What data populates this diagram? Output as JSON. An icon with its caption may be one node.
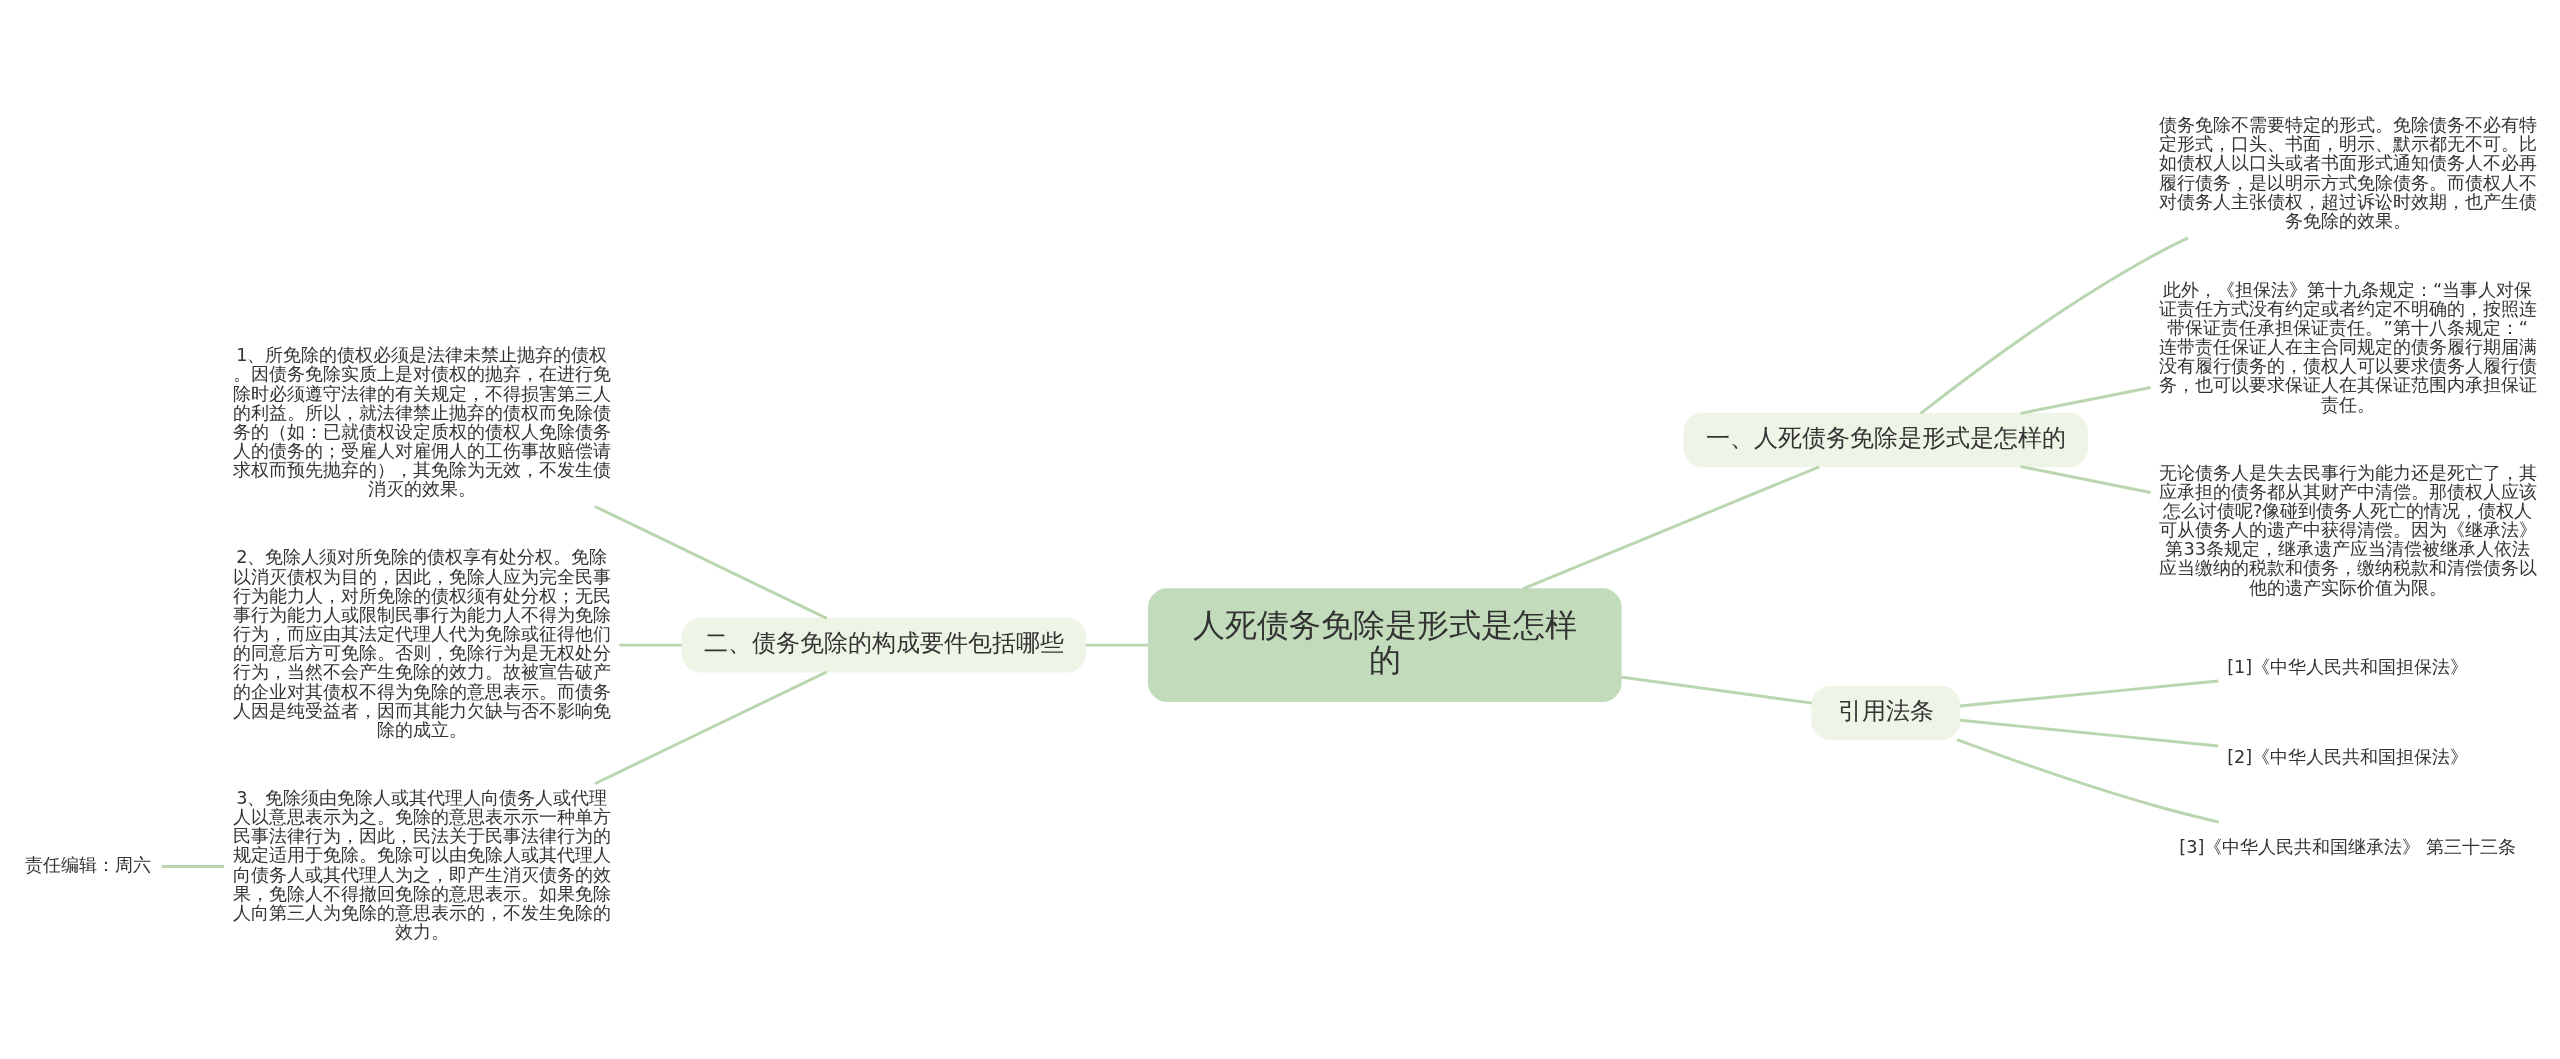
{
  "diagram": {
    "nodes": [
      {
        "text": [
          "人死债务免除是形式是怎样的"
        ]
      },
      {
        "text": [
          "一、人死债务免除是形式是怎样的"
        ]
      },
      {
        "text": [
          "债务免除不需要特定的形式。免除债务不必有特定形式，口头、书面，明示、默示都无不可。比如债权人以口头或者书面形式通知债务人不必再履行债务，是以明示方式免除债务。而债权人不对债务人主张债权，超过诉讼时效期，也产生债务免除的效果。"
        ]
      },
      {
        "text": [
          "此外，《担保法》第十九条规定：“当事人对保证责任方式没有约定或者约定不明确的，按照连带保证责任承担保证责任。”第十八条规定：“连带责任保证人在主合同规定的债务履行期届满没有履行债务的，债权人可以要求债务人履行债务，也可以要求保证人在其保证范围内承担保证责任。"
        ]
      },
      {
        "text": [
          "无论债务人是失去民事行为能力还是死亡了，其应承担的债务都从其财产中清偿。那债权人应该怎么讨债呢?像碰到债务人死亡的情况，债权人可从债务人的遗产中获得清偿。因为《继承法》第33条规定，继承遗产应当清偿被继承人依法应当缴纳的税款和债务，缴纳税款和清偿债务以他的遗产实际价值为限。"
        ]
      },
      {
        "text": [
          "引用法条"
        ]
      },
      {
        "text": [
          "[1]《中华人民共和国担保法》"
        ]
      },
      {
        "text": [
          "[2]《中华人民共和国担保法》"
        ]
      },
      {
        "text": [
          "[3]《中华人民共和国继承法》 第三十三条"
        ]
      },
      {
        "text": [
          "二、债务免除的构成要件包括哪些"
        ]
      },
      {
        "text": [
          "1、所免除的债权必须是法律未禁止抛弃的债权。因债务免除实质上是对债权的抛弃，在进行免除时必须遵守法律的有关规定，不得损害第三人的利益。所以，就法律禁止抛弃的债权而免除债务的（如：已就债权设定质权的债权人免除债务人的债务的；受雇人对雇佣人的工伤事故赔偿请求权而预先抛弃的），其免除为无效，不发生债消灭的效果。"
        ]
      },
      {
        "text": [
          "2、免除人须对所免除的债权享有处分权。免除以消灭债权为目的，因此，免除人应为完全民事行为能力人，对所免除的债权须有处分权；无民事行为能力人或限制民事行为能力人不得为免除行为，而应由其法定代理人代为免除或征得他们的同意后方可免除。否则，免除行为是无权处分行为，当然不会产生免除的效力。故被宣告破产的企业对其债权不得为免除的意思表示。而债务人因是纯受益者，因而其能力欠缺与否不影响免除的成立。"
        ]
      },
      {
        "text": [
          "3、免除须由免除人或其代理人向债务人或代理人以意思表示为之。免除的意思表示示一种单方民事法律行为，因此，民法关于民事法律行为的规定适用于免除。免除可以由免除人或其代理人向债务人或其代理人为之，即产生消灭债务的效果，免除人不得撤回免除的意思表示。如果免除人向第三人为免除的意思表示的，不发生免除的效力。"
        ]
      },
      {
        "text": [
          "责任编辑：周六"
        ]
      }
    ],
    "edges": [
      {
        "from": 0,
        "to": 1,
        "arrow": "none"
      },
      {
        "from": 1,
        "to": 2,
        "arrow": "none"
      },
      {
        "from": 1,
        "to": 3,
        "arrow": "none"
      },
      {
        "from": 1,
        "to": 4,
        "arrow": "none"
      },
      {
        "from": 0,
        "to": 5,
        "arrow": "none"
      },
      {
        "from": 5,
        "to": 6,
        "arrow": "none"
      },
      {
        "from": 5,
        "to": 7,
        "arrow": "none"
      },
      {
        "from": 5,
        "to": 8,
        "arrow": "none"
      },
      {
        "from": 0,
        "to": 9,
        "arrow": "none"
      },
      {
        "from": 9,
        "to": 10,
        "arrow": "none"
      },
      {
        "from": 9,
        "to": 11,
        "arrow": "none"
      },
      {
        "from": 9,
        "to": 12,
        "arrow": "none"
      },
      {
        "from": 13,
        "to": 12,
        "arrow": "none"
      }
    ]
  }
}
